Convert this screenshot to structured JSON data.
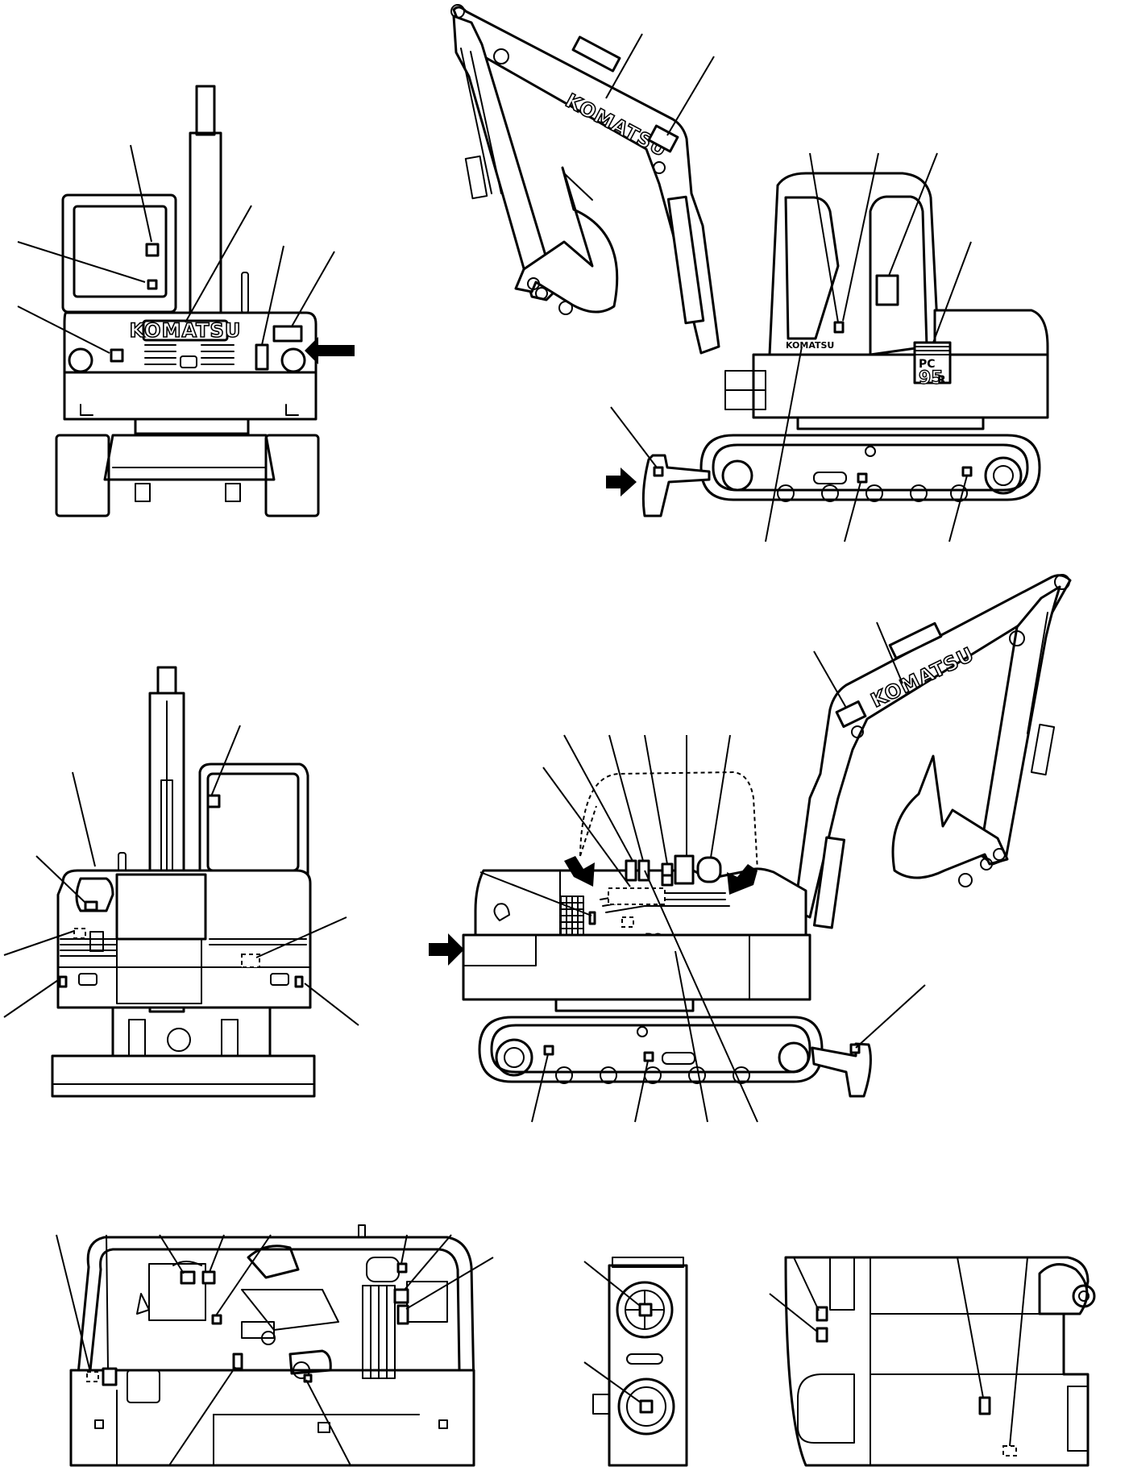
{
  "diagram": {
    "logo_text": "KOMATSU",
    "model_prefix": "PC",
    "model_number": "95",
    "model_suffix": "R"
  }
}
